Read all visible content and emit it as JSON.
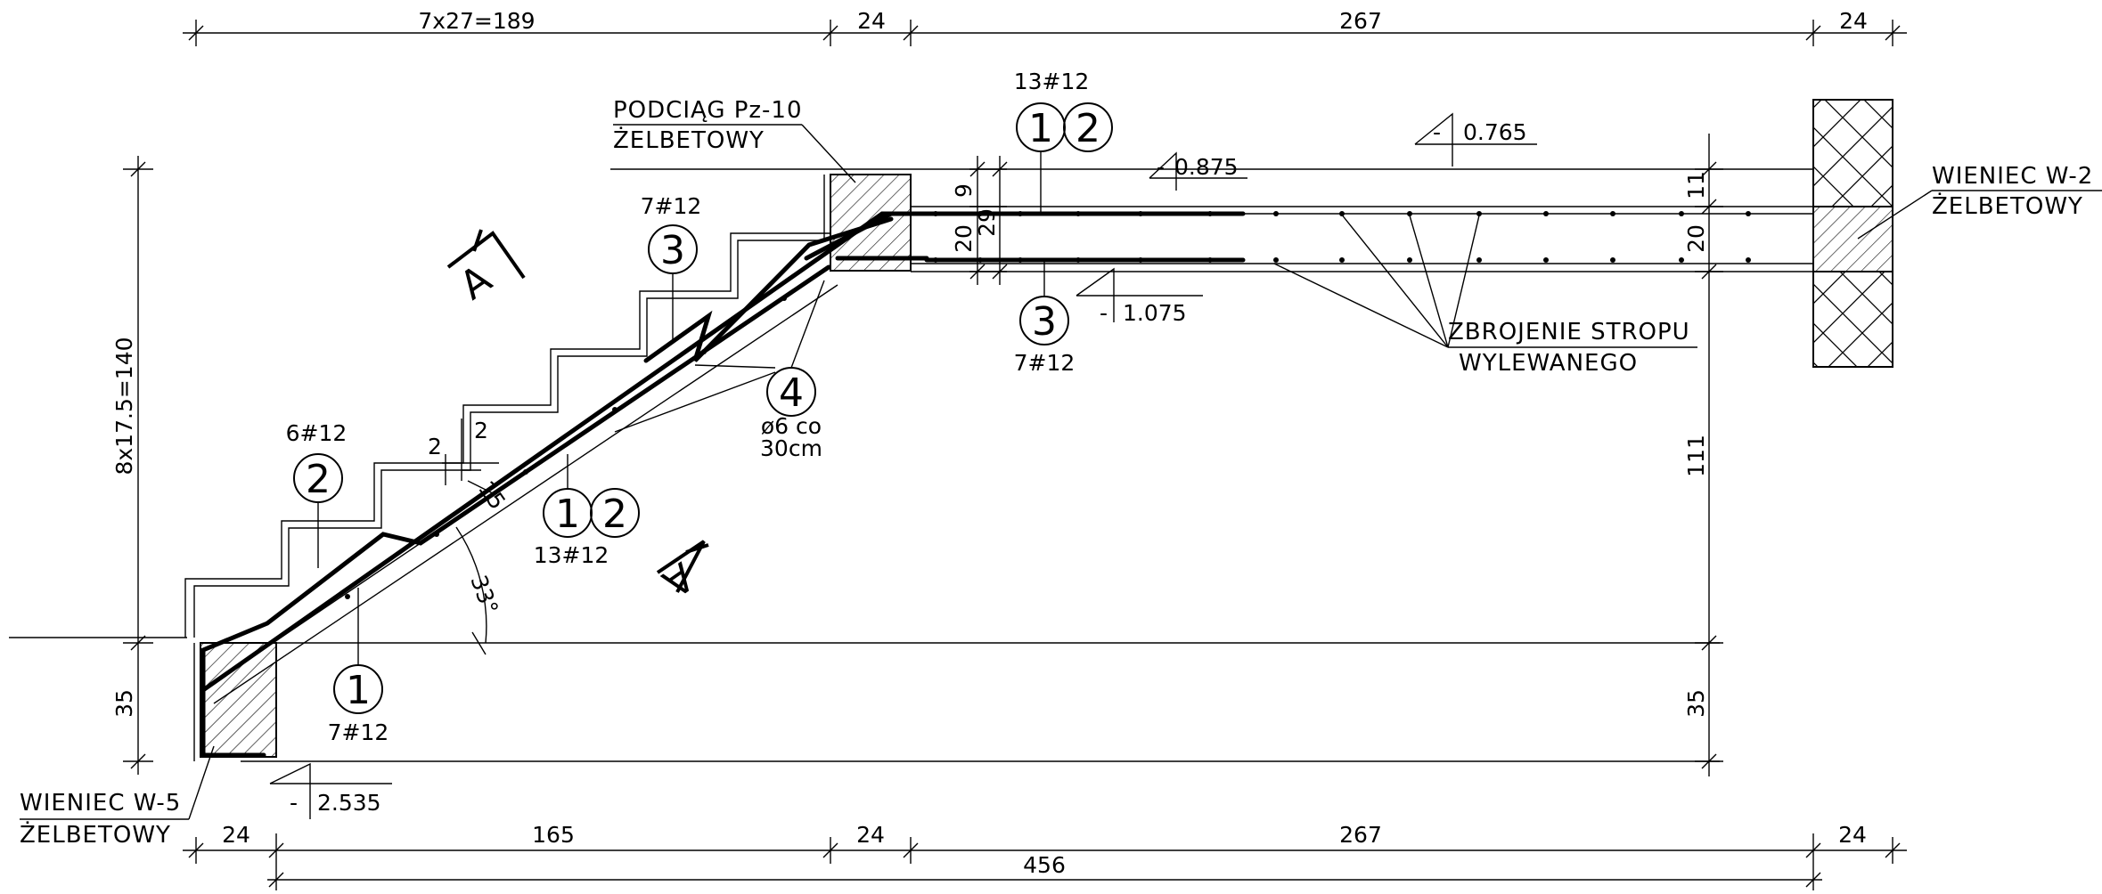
{
  "dimensions": {
    "top_steps": "7x27=189",
    "top_beam": "24",
    "top_slab": "267",
    "top_wall": "24",
    "bottom_left": "24",
    "bottom_flight": "165",
    "bottom_beam": "24",
    "bottom_slab": "267",
    "bottom_wall": "24",
    "bottom_total": "456",
    "left_vertical": "8x17.5=140",
    "left_base": "35",
    "right_height": "111",
    "right_base": "35",
    "slab_thickness_left": "20",
    "slab_thickness_right": "20",
    "small_9": "9",
    "small_29": "29",
    "small_11": "11",
    "step_2a": "2",
    "step_2b": "2",
    "step_15": "15",
    "angle": "33°"
  },
  "levels": {
    "l1": "0.765",
    "l2": "0.875",
    "l3": "1.075",
    "l4": "2.535",
    "sign": "-"
  },
  "labels": {
    "beam_title": "PODCIĄG Pz-10",
    "beam_sub": "ŻELBETOWY",
    "wall_top_title": "WIENIEC W-2",
    "wall_top_sub": "ŻELBETOWY",
    "wall_bottom_title": "WIENIEC W-5",
    "wall_bottom_sub": "ŻELBETOWY",
    "slab_title": "ZBROJENIE STROPU",
    "slab_sub": "WYLEWANEGO",
    "section": "A"
  },
  "markers": {
    "m1": "1",
    "m2": "2",
    "m3": "3",
    "m4": "4",
    "q_top_12": "13#12",
    "q_top_3": "7#12",
    "q_bot_3": "7#12",
    "q_left_2": "6#12",
    "q_mid_12": "13#12",
    "q_bot_1": "7#12",
    "q_stirrup_a": "ø6  co",
    "q_stirrup_b": "30cm"
  }
}
